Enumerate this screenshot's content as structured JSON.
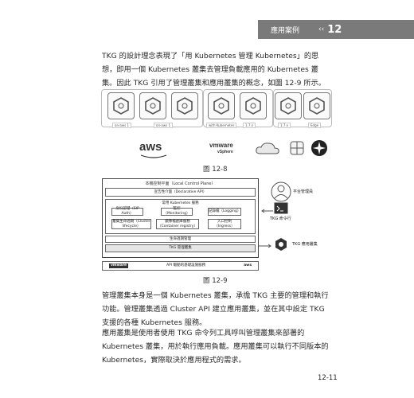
{
  "header": {
    "chapter_label": "應用案例",
    "chevron": "‹‹",
    "chapter_number": "12"
  },
  "paragraphs": {
    "p1": "TKG 的設計理念表現了「用 Kubernetes 管理 Kubernetes」的思想，即用一個 Kubernetes 叢集去管理負載應用的 Kubernetes 叢集。因此 TKG 引用了管理叢集和應用叢集的概念，如圖 12-9 所示。",
    "p2": "管理叢集本身是一個 Kubernetes 叢集，承擔 TKG 主要的管理和執行功能。管理叢集透過 Cluster API 建立應用叢集，並在其中設定 TKG 支援的各種 Kubernetes 服務。",
    "p3": "應用叢集是使用者使用 TKG 命令列工具呼叫管理叢集來部署的 Kubernetes 叢集，用於執行應用負載。應用叢集可以執行不同版本的 Kubernetes，實際取決於應用程式的需求。"
  },
  "figure1": {
    "caption": "圖 12-8",
    "cluster_labels": [
      "on-aws 1",
      "on-aws 1",
      "with Kubernetes",
      "1.7.x",
      "1.7.x",
      "Edge"
    ],
    "vendors": {
      "aws": "aws",
      "vmware": "vmware",
      "vsphere": "vSphere"
    }
  },
  "figure2": {
    "caption": "圖 12-9",
    "local_control_plane": "本機控制平面（Local Control Plane）",
    "declarative_api": "宣告性介面（Declarative API）",
    "common_services": "常用 Kubernetes 服務",
    "services": [
      "身份認證（SIP Auth）",
      "監控（Monitoring）",
      "記錄檔（Logging）",
      "叢集生命週期（Cluster lifecycle）",
      "鏡像檔倉庫服務（Container registry）",
      "入口控制（Ingress）"
    ],
    "lifecycle_mgmt": "生命週期管理",
    "tkg_mgmt_cluster": "TKG 管理叢集",
    "infra_service": "API 驅動的基礎設施服務",
    "vmware_label": "vmware",
    "aws_label": "aws",
    "platform_admin": "平台管理員",
    "tkg_cli": "TKG 命令行",
    "tkg_app_cluster": "TKG 應用叢集"
  },
  "footer": {
    "page_number": "12-11"
  }
}
